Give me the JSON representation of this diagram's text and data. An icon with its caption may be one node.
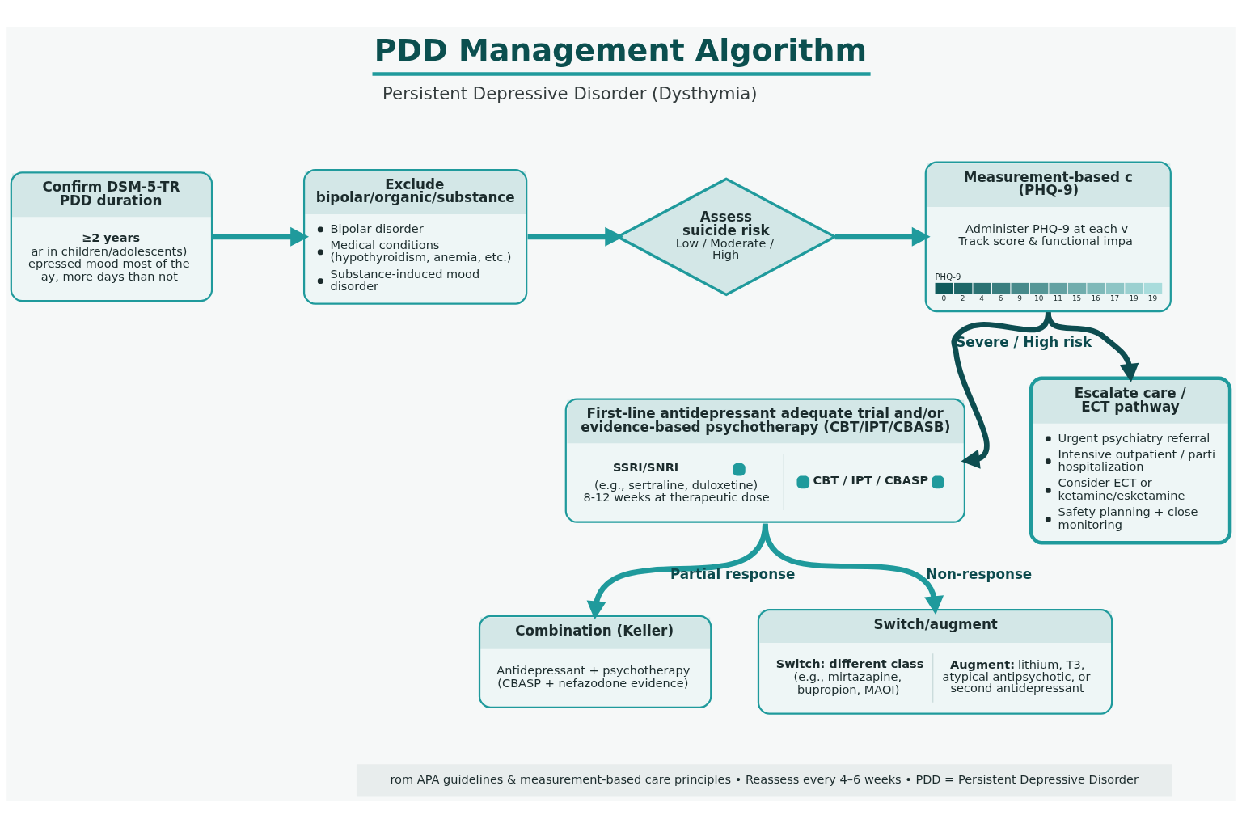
{
  "diagram": {
    "title": "PDD Management Algorithm",
    "nodes": [
      {
        "text": [
          "Confirm DSM-5-TR PDD duration",
          "≥2 years",
          "ar in children/adolescents)",
          "epressed mood most of the ay, more days than not"
        ]
      },
      {
        "text": [
          "Exclude bipolar/organic/substance",
          "Bipolar disorder",
          "Medical conditions (hypothyroidism, anemia, etc.)",
          "Substance-induced mood disorder"
        ]
      },
      {
        "text": [
          "Assess suicide risk",
          "Low / Moderate / High"
        ]
      },
      {
        "text": [
          "Measurement-based c (PHQ-9)",
          "Administer PHQ-9 at each v",
          "Track score & functional impa",
          "PHQ-9",
          "0",
          "2",
          "4",
          "6",
          "9",
          "10",
          "11",
          "15",
          "16",
          "17",
          "19",
          "19"
        ]
      },
      {
        "text": [
          "First-line antidepressant adequate trial and/or evidence-based psychotherapy (CBT/IPT/CBASB)",
          "SSRI/SNRI",
          "(e.g., sertraline, duloxetine)",
          "8-12 weeks at therapeutic dose",
          "CBT / IPT / CBASP"
        ]
      },
      {
        "text": [
          "Combination (Keller)",
          "Antidepressant + psychotherapy (CBASP + nefazodone evidence)"
        ]
      },
      {
        "text": [
          "Switch/augment",
          "Switch: different class",
          "(e.g., mirtazapine, bupropion, MAOI)",
          "**Augment:** lithium, T3, atypical antipsychotic, or second antidepressant"
        ]
      },
      {
        "text": [
          "Escalate care / ECT pathway",
          "Urgent psychiatry referral",
          "Intensive outpatient / parti hospitalization",
          "Consider ECT or ketamine/esketamine",
          "Safety planning + close monitoring"
        ]
      }
    ],
    "edges": [
      {
        "from": 0,
        "to": 1,
        "arrow": "to"
      },
      {
        "from": 1,
        "to": 2,
        "arrow": "to"
      },
      {
        "from": 2,
        "to": 3,
        "arrow": "to"
      },
      {
        "from": 3,
        "to": 4,
        "arrow": "to",
        "label": "Severe / High risk",
        "color": "#0d4d50"
      },
      {
        "from": 3,
        "to": 7,
        "arrow": "to",
        "color": "#0d4d50"
      },
      {
        "from": 4,
        "to": 5,
        "arrow": "to",
        "label": "Partial response"
      },
      {
        "from": 4,
        "to": 6,
        "arrow": "to",
        "label": "Non-response"
      }
    ],
    "labels": [
      "Persistent Depressive Disorder (Dysthymia)",
      "rom APA guidelines & measurement-based care principles • Reassess every 4–6 weeks • PDD = Persistent Depressive Disorder"
    ]
  }
}
